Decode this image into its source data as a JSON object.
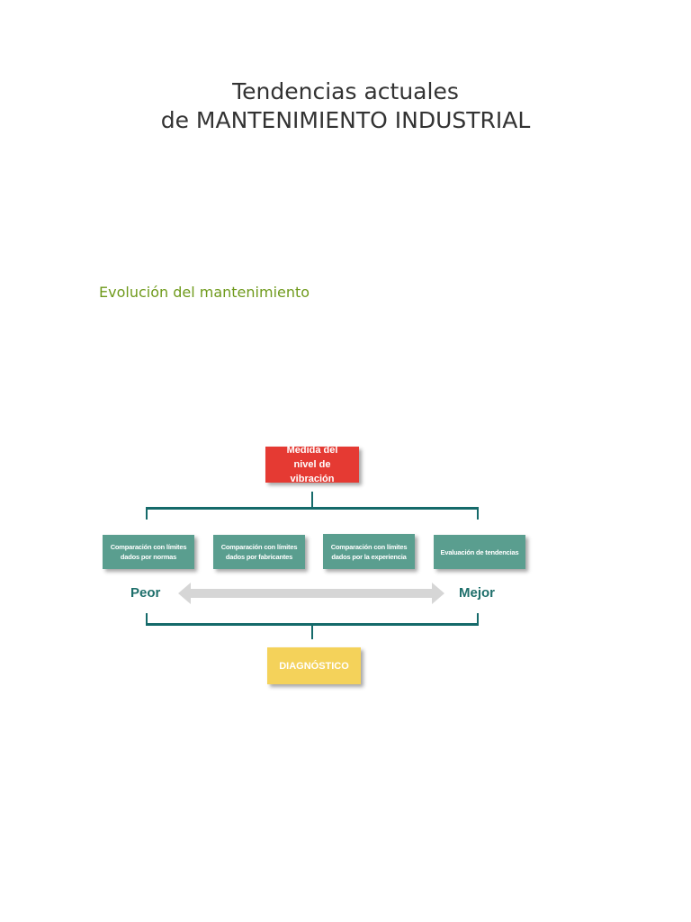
{
  "title": {
    "line1": "Tendencias actuales",
    "line2": "de MANTENIMIENTO INDUSTRIAL"
  },
  "section_heading": "Evolución del mantenimiento",
  "diagram": {
    "top_box": "Medida del nivel de vibración",
    "methods": [
      "Comparación con límites dados por normas",
      "Comparación con límites dados por fabricantes",
      "Comparación con límites dados por la experiencia",
      "Evaluación de tendencias"
    ],
    "scale": {
      "left": "Peor",
      "right": "Mejor"
    },
    "bottom_box": "DIAGNÓSTICO"
  },
  "colors": {
    "top_box": "#e53a33",
    "method_box": "#5a9e8f",
    "bottom_box": "#f4d25a",
    "connector": "#156a6a",
    "heading": "#6f9a1c"
  }
}
